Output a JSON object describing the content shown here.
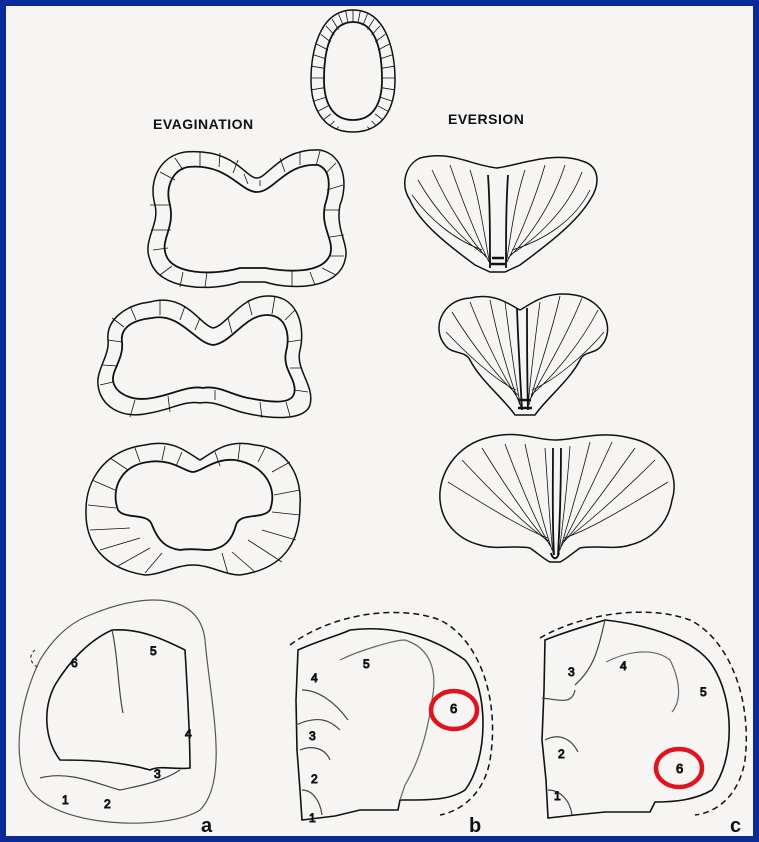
{
  "headings": {
    "evagination": "EVAGINATION",
    "eversion": "EVERSION"
  },
  "panels": {
    "a": {
      "letter": "a",
      "regions": [
        "1",
        "2",
        "3",
        "4",
        "5",
        "6"
      ]
    },
    "b": {
      "letter": "b",
      "regions": [
        "1",
        "2",
        "3",
        "4",
        "5",
        "6"
      ],
      "highlighted_region": "6"
    },
    "c": {
      "letter": "c",
      "regions": [
        "1",
        "2",
        "3",
        "4",
        "5",
        "6"
      ],
      "highlighted_region": "6"
    }
  },
  "colors": {
    "border": "#0a2a9a",
    "highlight": "#e0141e",
    "ink": "#111111"
  }
}
